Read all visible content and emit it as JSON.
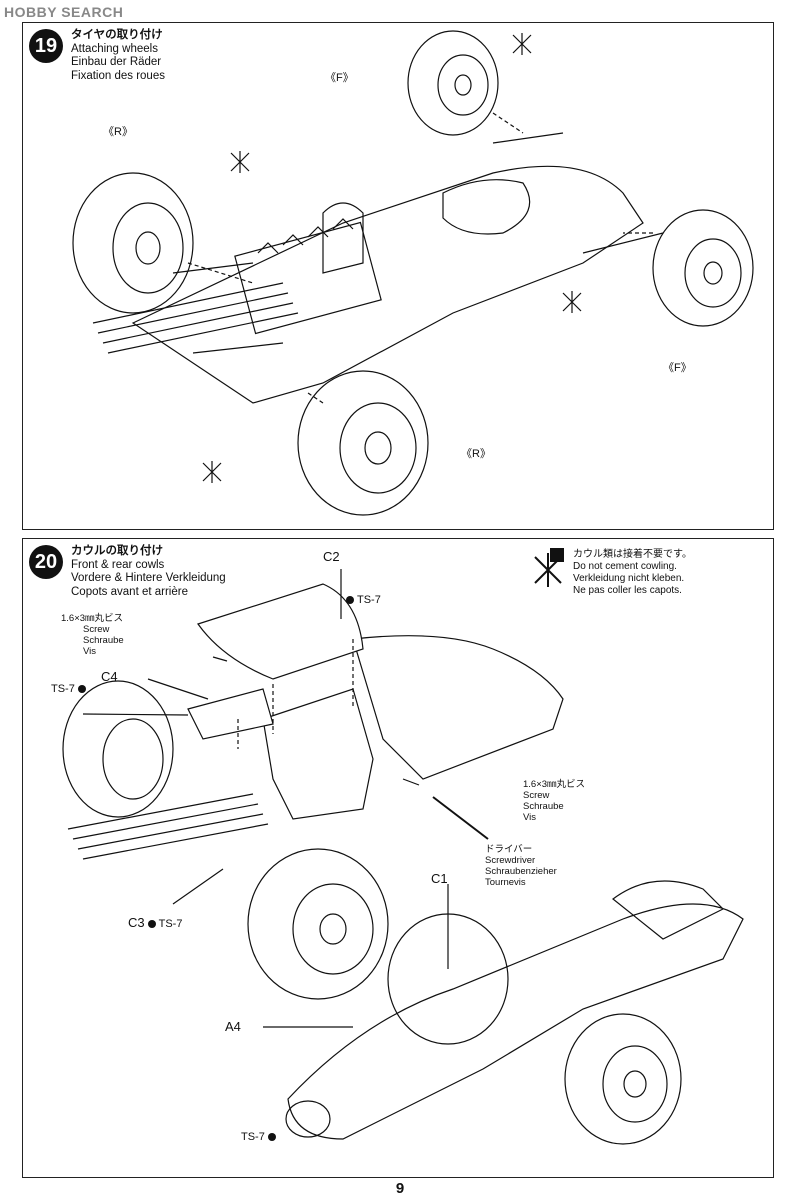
{
  "watermark": "HOBBY SEARCH",
  "page_number": "9",
  "step19": {
    "number": "19",
    "title_jp": "タイヤの取り付け",
    "title_en": "Attaching wheels",
    "title_de": "Einbau der Räder",
    "title_fr": "Fixation des roues",
    "labels": {
      "front_top": "《F》",
      "rear_left": "《R》",
      "front_right": "《F》",
      "rear_bottom": "《R》"
    }
  },
  "step20": {
    "number": "20",
    "title_jp": "カウルの取り付け",
    "title_en": "Front & rear cowls",
    "title_de": "Vordere & Hintere Verkleidung",
    "title_fr": "Copots avant et arrière",
    "note": {
      "jp": "カウル類は接着不要です。",
      "en": "Do not cement cowling.",
      "de": "Verkleidung nicht kleben.",
      "fr": "Ne pas coller les capots."
    },
    "parts": {
      "c2": "C2",
      "c4": "C4",
      "c3": "C3",
      "c1": "C1",
      "a4": "A4",
      "paint": "TS-7"
    },
    "screw_left": {
      "size": "1.6×3㎜丸ビス",
      "en": "Screw",
      "de": "Schraube",
      "fr": "Vis"
    },
    "screw_right": {
      "size": "1.6×3㎜丸ビス",
      "en": "Screw",
      "de": "Schraube",
      "fr": "Vis"
    },
    "screwdriver": {
      "jp": "ドライバー",
      "en": "Screwdriver",
      "de": "Schraubenzieher",
      "fr": "Tournevis"
    }
  }
}
